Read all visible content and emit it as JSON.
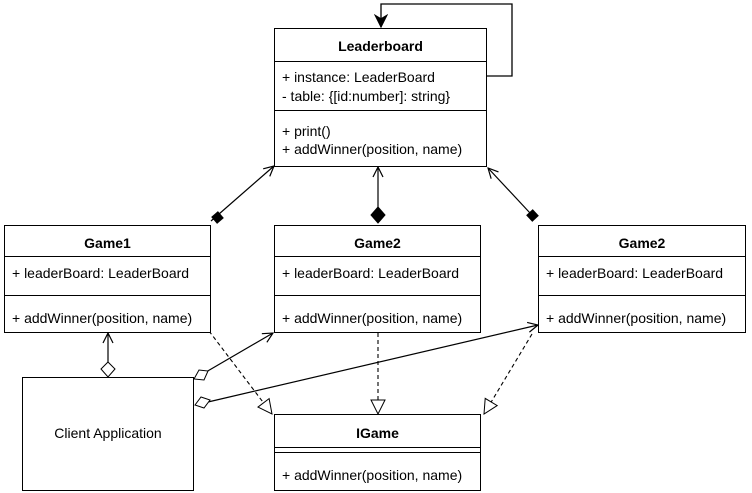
{
  "classes": {
    "leaderboard": {
      "name": "Leaderboard",
      "attributes": [
        "+ instance: LeaderBoard",
        "- table: {[id:number]: string}"
      ],
      "methods": [
        "+ print()",
        "+ addWinner(position, name)"
      ]
    },
    "game1": {
      "name": "Game1",
      "attributes": [
        "+ leaderBoard: LeaderBoard"
      ],
      "methods": [
        "+ addWinner(position, name)"
      ]
    },
    "game2_center": {
      "name": "Game2",
      "attributes": [
        "+ leaderBoard: LeaderBoard"
      ],
      "methods": [
        "+ addWinner(position, name)"
      ]
    },
    "game2_right": {
      "name": "Game2",
      "attributes": [
        "+ leaderBoard: LeaderBoard"
      ],
      "methods": [
        "+ addWinner(position, name)"
      ]
    },
    "igame": {
      "name": "IGame",
      "methods": [
        "+ addWinner(position, name)"
      ]
    }
  },
  "client": {
    "label": "Client Application"
  }
}
